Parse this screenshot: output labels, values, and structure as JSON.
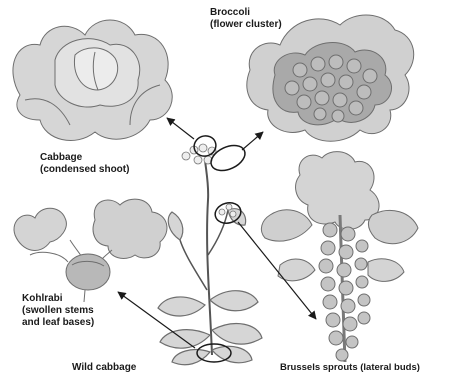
{
  "labels": {
    "broccoli": [
      "Broccoli",
      "(flower cluster)"
    ],
    "cabbage": [
      "Cabbage",
      "(condensed shoot)"
    ],
    "kohlrabi": [
      "Kohlrabi",
      "(swollen stems",
      "and leaf bases)"
    ],
    "wild_cabbage": "Wild cabbage",
    "brussels_sprouts": "Brussels sprouts (lateral buds)"
  },
  "colors": {
    "ink": "#1a1a1a",
    "leaf_fill": "#d2d2d2",
    "leaf_dark": "#8a8a8a",
    "floret_fill": "#a8a8a8"
  }
}
